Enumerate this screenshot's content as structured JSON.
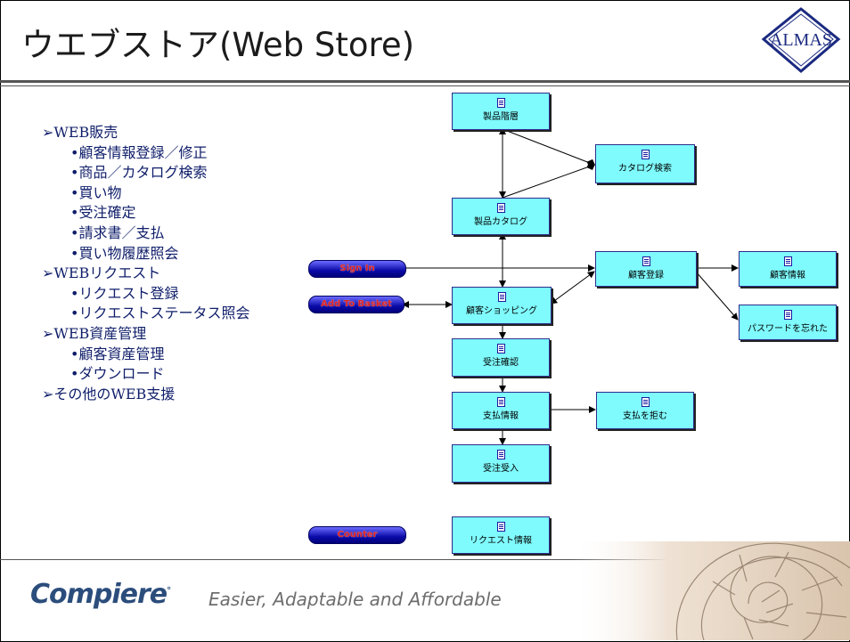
{
  "slide": {
    "title": "ウエブストア(Web Store)",
    "logo_text": "ALMAS",
    "bullets": [
      {
        "level": 1,
        "text": "➢WEB販売"
      },
      {
        "level": 2,
        "text": "•顧客情報登録／修正"
      },
      {
        "level": 2,
        "text": "•商品／カタログ検索"
      },
      {
        "level": 2,
        "text": "•買い物"
      },
      {
        "level": 2,
        "text": "•受注確定"
      },
      {
        "level": 2,
        "text": "•請求書／支払"
      },
      {
        "level": 2,
        "text": "•買い物履歴照会"
      },
      {
        "level": 1,
        "text": "➢WEBリクエスト"
      },
      {
        "level": 2,
        "text": "•リクエスト登録"
      },
      {
        "level": 2,
        "text": "•リクエストステータス照会"
      },
      {
        "level": 1,
        "text": "➢WEB資産管理"
      },
      {
        "level": 2,
        "text": "•顧客資産管理"
      },
      {
        "level": 2,
        "text": "•ダウンロード"
      },
      {
        "level": 1,
        "text": "➢その他のWEB支援"
      }
    ]
  },
  "diagram": {
    "nodes": {
      "product_hierarchy": "製品階層",
      "catalog_search": "カタログ検索",
      "product_catalog": "製品カタログ",
      "customer_registration": "顧客登録",
      "customer_info": "顧客情報",
      "forgot_password": "パスワードを忘れた",
      "customer_shopping": "顧客ショッピング",
      "order_confirm": "受注確認",
      "payment_info": "支払情報",
      "payment_rejected": "支払を拒む",
      "order_accept": "受注受入",
      "request_info": "リクエスト情報"
    },
    "entry_points": {
      "sign_in": "Sign In",
      "add_to_basket": "Add To Basket",
      "counter": "Counter"
    }
  },
  "footer": {
    "brand": "Compiere",
    "tagline": "Easier, Adaptable and Affordable"
  },
  "colors": {
    "node_fill": "#7ffbfd",
    "bullet_text": "#0f1e6a",
    "brand": "#2b4d7c",
    "tagline": "#6d6d6d",
    "pill_label": "#e02020"
  }
}
